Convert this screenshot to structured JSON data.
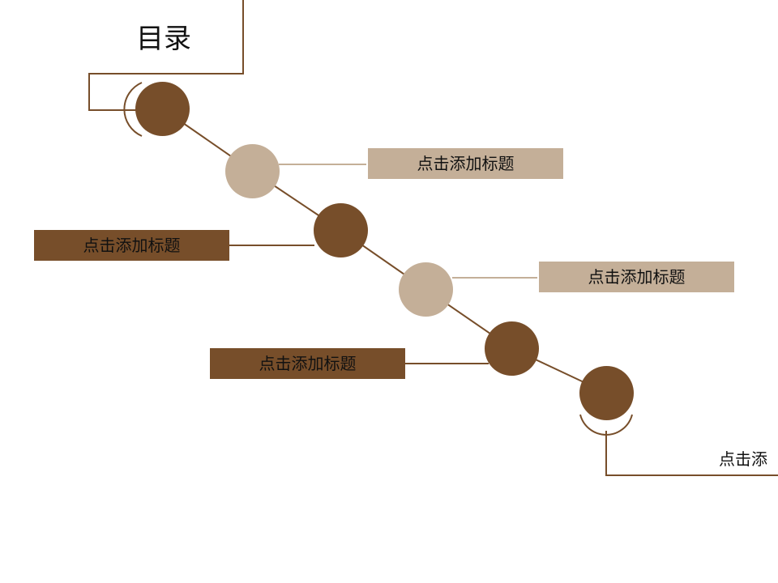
{
  "slide": {
    "title": "目录",
    "items": [
      {
        "label": "点击添加标题"
      },
      {
        "label": "点击添加标题"
      },
      {
        "label": "点击添加标题"
      },
      {
        "label": "点击添加标题"
      },
      {
        "label": "点击添"
      }
    ]
  },
  "colors": {
    "dark_brown": "#774E2A",
    "light_tan": "#C4AF98",
    "text": "#111111",
    "background": "#FFFFFF"
  }
}
